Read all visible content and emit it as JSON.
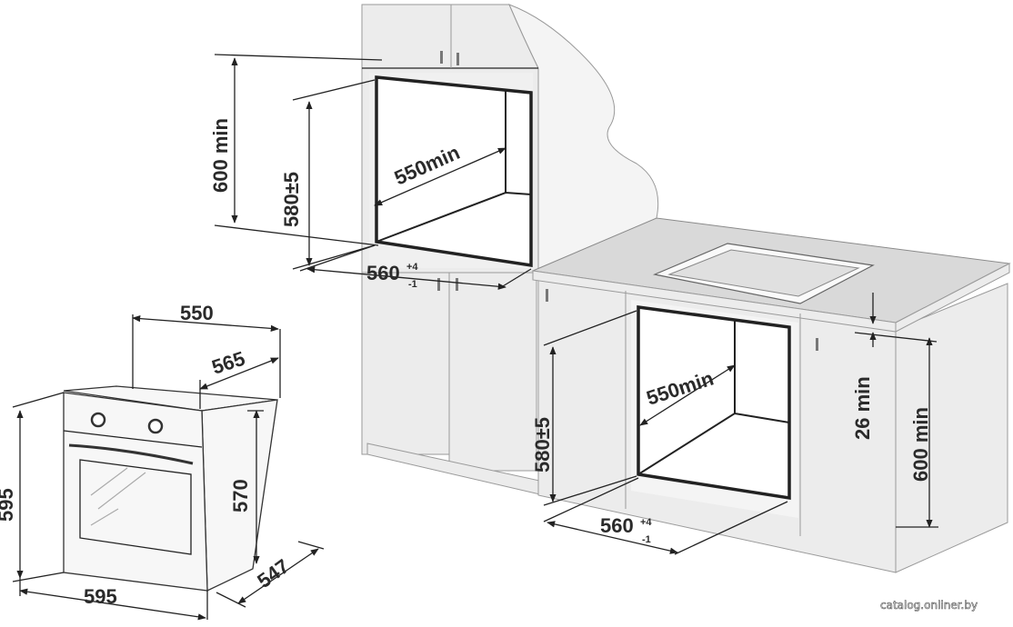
{
  "upper_install": {
    "height_min": "600 min",
    "niche_height": "580±5",
    "depth_min": "550min",
    "width_main": "560",
    "width_tol_plus": "+4",
    "width_tol_minus": "-1"
  },
  "lower_install": {
    "niche_height": "580±5",
    "depth_min": "550min",
    "width_main": "560",
    "width_tol_plus": "+4",
    "width_tol_minus": "-1",
    "gap_min": "26 min",
    "height_min": "600 min"
  },
  "oven": {
    "top_depth": "550",
    "overall_depth": "565",
    "front_height": "595",
    "body_height": "570",
    "front_width": "595",
    "body_depth": "547"
  },
  "watermark": "catalog.onliner.by"
}
